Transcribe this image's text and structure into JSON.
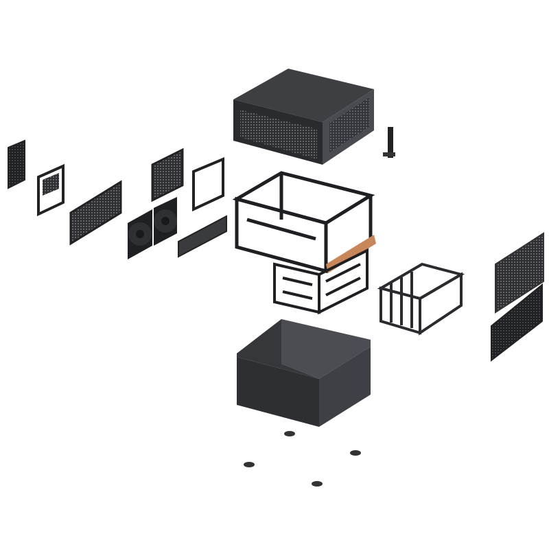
{
  "scene": {
    "subject": "exploded-view-pc-case",
    "colors": {
      "background": "#ffffff",
      "panel_dark": "#2b2c2f",
      "panel_mid": "#3d3e42",
      "panel_light": "#55565b",
      "mesh": "#6b6c70",
      "frame": "#1e1f22",
      "accent_bracket": "#c8875a"
    },
    "parts": [
      "top-cover",
      "frame-chassis",
      "bottom-shell",
      "drive-cage",
      "side-mesh-panels",
      "fan-pair",
      "fan-brackets",
      "pcie-slot-covers",
      "riser-bracket",
      "feet"
    ]
  }
}
